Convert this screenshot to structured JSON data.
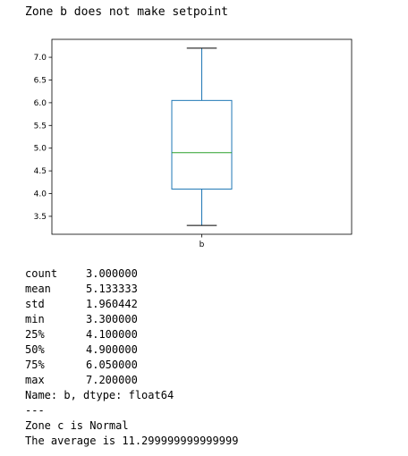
{
  "output": {
    "heading": "Zone b does not make setpoint",
    "stats_rows": [
      {
        "label": "count",
        "value": "3.000000"
      },
      {
        "label": "mean",
        "value": "5.133333"
      },
      {
        "label": "std",
        "value": "1.960442"
      },
      {
        "label": "min",
        "value": "3.300000"
      },
      {
        "label": "25%",
        "value": "4.100000"
      },
      {
        "label": "50%",
        "value": "4.900000"
      },
      {
        "label": "75%",
        "value": "6.050000"
      },
      {
        "label": "max",
        "value": "7.200000"
      }
    ],
    "name_line": "Name: b, dtype: float64",
    "separator": "---",
    "zone_c_line": "Zone c is Normal",
    "average_line": "The average is 11.299999999999999"
  },
  "chart_data": {
    "type": "box",
    "categories": [
      "b"
    ],
    "boxes": [
      {
        "label": "b",
        "min": 3.3,
        "q1": 4.1,
        "median": 4.9,
        "q3": 6.05,
        "max": 7.2
      }
    ],
    "yticks": [
      "3.5",
      "4.0",
      "4.5",
      "5.0",
      "5.5",
      "6.0",
      "6.5",
      "7.0"
    ],
    "ylim": [
      3.105,
      7.395
    ],
    "colors": {
      "box": "#1f77b4",
      "median": "#2ca02c",
      "frame": "#000000"
    },
    "grid": false
  }
}
